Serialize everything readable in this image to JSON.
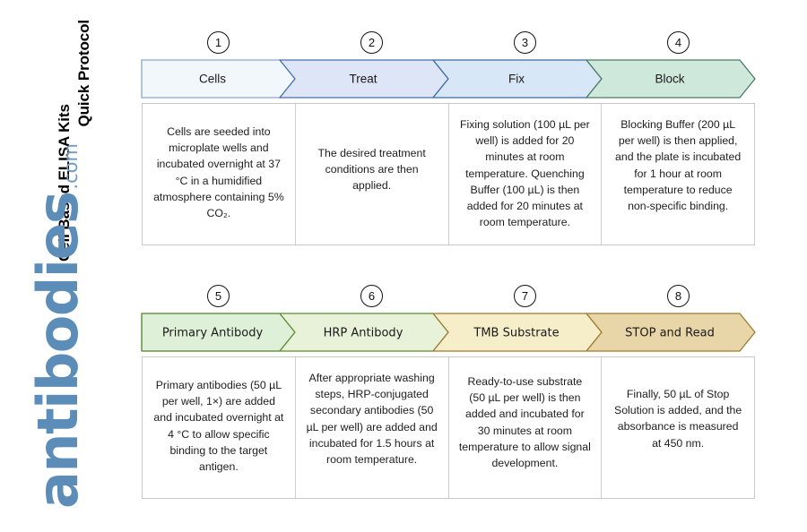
{
  "page": {
    "title_line_1": "Cell Based ELISA Kits",
    "title_line_2": "Quick Protocol",
    "background": "#ffffff"
  },
  "logo": {
    "word": "antibodies",
    "tld": ".com",
    "color": "#5b8db8"
  },
  "rows": [
    {
      "id": "row-1",
      "steps": [
        {
          "number": "1",
          "label": "Cells",
          "fill": "#f2f7fb",
          "stroke": "#8aa8c4",
          "description": "Cells are seeded into microplate wells and incubated overnight at 37 °C in a humidified atmosphere containing 5% CO₂."
        },
        {
          "number": "2",
          "label": "Treat",
          "fill": "#dee5f7",
          "stroke": "#4a6fa5",
          "description": "The desired treatment conditions are then applied."
        },
        {
          "number": "3",
          "label": "Fix",
          "fill": "#d8e7f7",
          "stroke": "#3f6a99",
          "description": "Fixing solution (100 µL per well) is added for 20 minutes at room temperature. Quenching Buffer (100 µL) is then added for 20 minutes at room temperature."
        },
        {
          "number": "4",
          "label": "Block",
          "fill": "#cfe8dc",
          "stroke": "#4a7a63",
          "description": "Blocking Buffer (200 µL per well) is then applied, and the plate is incubated for 1 hour at room temperature to reduce non-specific binding."
        }
      ]
    },
    {
      "id": "row-2",
      "steps": [
        {
          "number": "5",
          "label": "Primary Antibody",
          "fill": "#dff0d8",
          "stroke": "#4f7f2e",
          "description": "Primary antibodies (50 µL per well, 1×) are added and incubated overnight at 4 °C to allow specific binding to the target antigen."
        },
        {
          "number": "6",
          "label": "HRP Antibody",
          "fill": "#e8f2d9",
          "stroke": "#5e8b34",
          "description": "After appropriate washing steps, HRP-conjugated secondary antibodies (50 µL per well) are added and incubated for 1.5 hours at room temperature."
        },
        {
          "number": "7",
          "label": "TMB Substrate",
          "fill": "#f5eec9",
          "stroke": "#9c7a30",
          "description": "Ready-to-use substrate (50 µL per well) is then added and incubated for 30 minutes at room temperature to allow signal development."
        },
        {
          "number": "8",
          "label": "STOP and Read",
          "fill": "#e8d5a8",
          "stroke": "#9c7a30",
          "description": "Finally, 50 µL of Stop Solution is added, and the absorbance is measured at 450 nm."
        }
      ]
    }
  ]
}
